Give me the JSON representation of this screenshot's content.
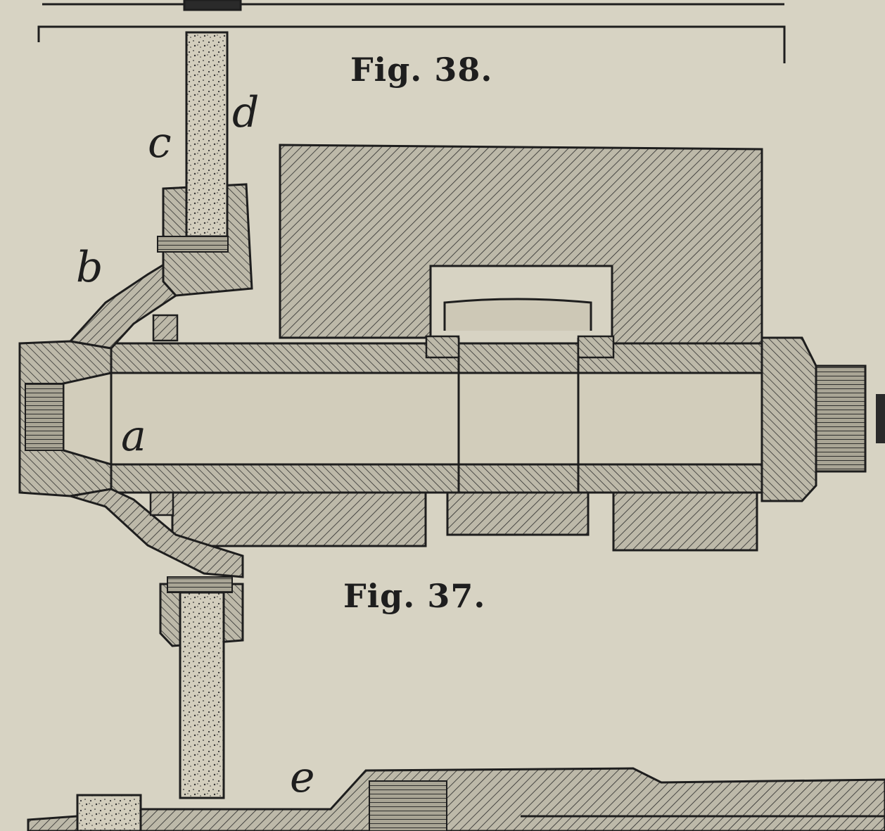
{
  "figures": {
    "upper_caption": "Fig. 38.",
    "main_caption": "Fig. 37."
  },
  "part_labels": {
    "a": "a",
    "b": "b",
    "c": "c",
    "d": "d",
    "e": "e"
  },
  "colors": {
    "paper": "#d7d3c3",
    "ink": "#1e1e1e",
    "hatch_fill": "#b9b5a5",
    "stone_fill": "#cfcab8"
  }
}
